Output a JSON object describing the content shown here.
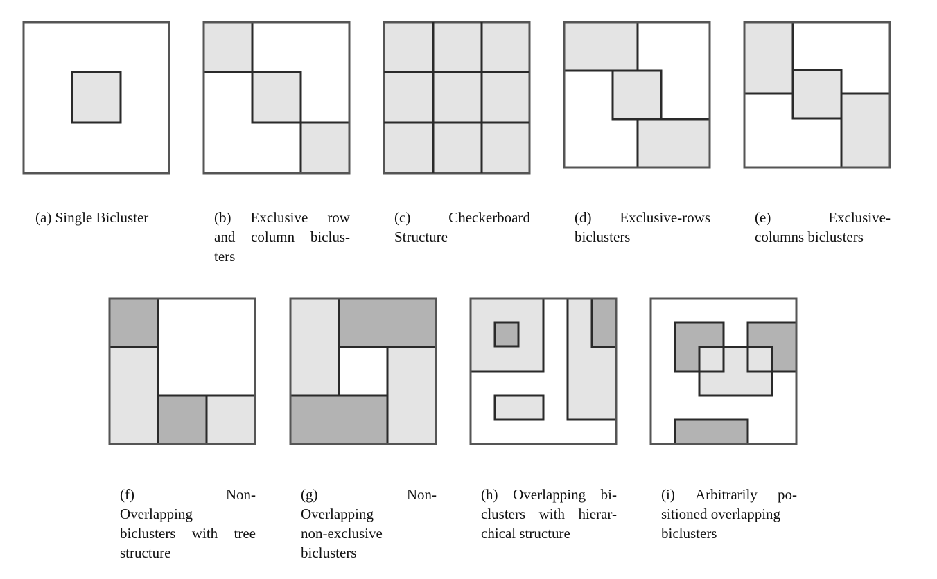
{
  "colors": {
    "light": "#e4e4e4",
    "dark": "#b3b3b3",
    "stroke": "#2a2a2a",
    "frame": "#555555"
  },
  "panels": [
    {
      "id": "a",
      "caption_lines": [
        [
          "(a) Single Bicluster"
        ]
      ]
    },
    {
      "id": "b",
      "caption_lines": [
        [
          "(b)",
          "Exclusive",
          "row"
        ],
        [
          "and",
          "column",
          "biclus-"
        ],
        [
          "ters"
        ]
      ]
    },
    {
      "id": "c",
      "caption_lines": [
        [
          "(c)",
          "Checkerboard"
        ],
        [
          "Structure"
        ]
      ]
    },
    {
      "id": "d",
      "caption_lines": [
        [
          "(d)",
          "Exclusive-rows"
        ],
        [
          "biclusters"
        ]
      ]
    },
    {
      "id": "e",
      "caption_lines": [
        [
          "(e)",
          "Exclusive-"
        ],
        [
          "columns biclusters"
        ]
      ]
    },
    {
      "id": "f",
      "caption_lines": [
        [
          "(f)",
          "Non-"
        ],
        [
          "Overlapping"
        ],
        [
          "biclusters",
          "with",
          "tree"
        ],
        [
          "structure"
        ]
      ]
    },
    {
      "id": "g",
      "caption_lines": [
        [
          "(g)",
          "Non-"
        ],
        [
          "Overlapping"
        ],
        [
          "non-exclusive"
        ],
        [
          "biclusters"
        ]
      ]
    },
    {
      "id": "h",
      "caption_lines": [
        [
          "(h)",
          "Overlapping",
          "bi-"
        ],
        [
          "clusters",
          "with",
          "hierar-"
        ],
        [
          "chical structure"
        ]
      ]
    },
    {
      "id": "i",
      "caption_lines": [
        [
          "(i)",
          "Arbitrarily",
          "po-"
        ],
        [
          "sitioned overlapping"
        ],
        [
          "biclusters"
        ]
      ]
    }
  ]
}
